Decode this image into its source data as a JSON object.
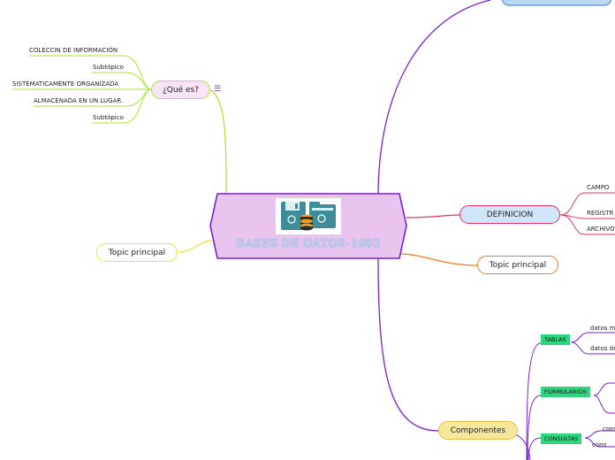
{
  "central": {
    "title": "BASES DE DATOS-1003",
    "image_icon": "database-folder-icon"
  },
  "que_es": {
    "label": "¿Qué es?",
    "menu_icon": "notes-icon",
    "items": [
      "COLECCIN DE INFORMACIÓN",
      "Subtópico",
      "SISTEMATICAMENTE ORGANIZADA",
      "ALMACENADA EN UN LUGAR",
      "Subtópico"
    ]
  },
  "topic_left": {
    "label": "Topic principal"
  },
  "definicion": {
    "label": "DEFINICION",
    "items": [
      "CAMPO",
      "REGISTR",
      "ARCHIVO"
    ]
  },
  "topic_right": {
    "label": "Topic principal"
  },
  "componentes": {
    "label": "Componentes",
    "tablas": {
      "label": "TABLAS",
      "items": [
        "datos m",
        "datos de"
      ]
    },
    "formularios": {
      "label": "FORMULARIOS"
    },
    "consultas": {
      "label": "CONSULTAS",
      "items": [
        "cons",
        "cons"
      ]
    }
  },
  "colors": {
    "purple_branch": "#7b1fd6",
    "lime_branch": "#a8e63a",
    "yellow_branch": "#f0e040",
    "pink_branch": "#e0336e",
    "orange_branch": "#f07a18",
    "central_fill": "#e8c4ee",
    "central_border": "#7b1fd6",
    "tag_green": "#2fd67e"
  }
}
